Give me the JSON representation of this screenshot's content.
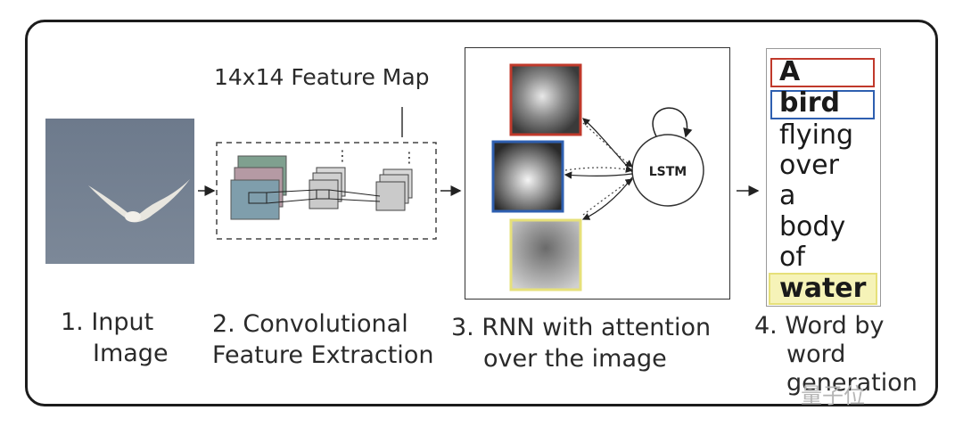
{
  "feature_map_label": "14x14 Feature Map",
  "stages": [
    {
      "num": "1.",
      "lines": [
        "1. Input",
        "Image"
      ]
    },
    {
      "num": "2.",
      "lines": [
        "2. Convolutional",
        "Feature Extraction"
      ]
    },
    {
      "num": "3.",
      "lines": [
        "3. RNN with attention",
        "over the image"
      ]
    },
    {
      "num": "4.",
      "lines": [
        "4. Word by",
        "word",
        "generation"
      ]
    }
  ],
  "lstm_label": "LSTM",
  "words": [
    "A",
    "bird",
    "flying",
    "over",
    "a",
    "body",
    "of",
    "water"
  ],
  "highlight_colors": {
    "A": "#c0392b",
    "bird": "#2e5fb0",
    "water": "#f0ec9a"
  },
  "attention_border_colors": [
    "#c0392b",
    "#2e5fb0",
    "#e6e07a"
  ],
  "watermark": "量子位"
}
